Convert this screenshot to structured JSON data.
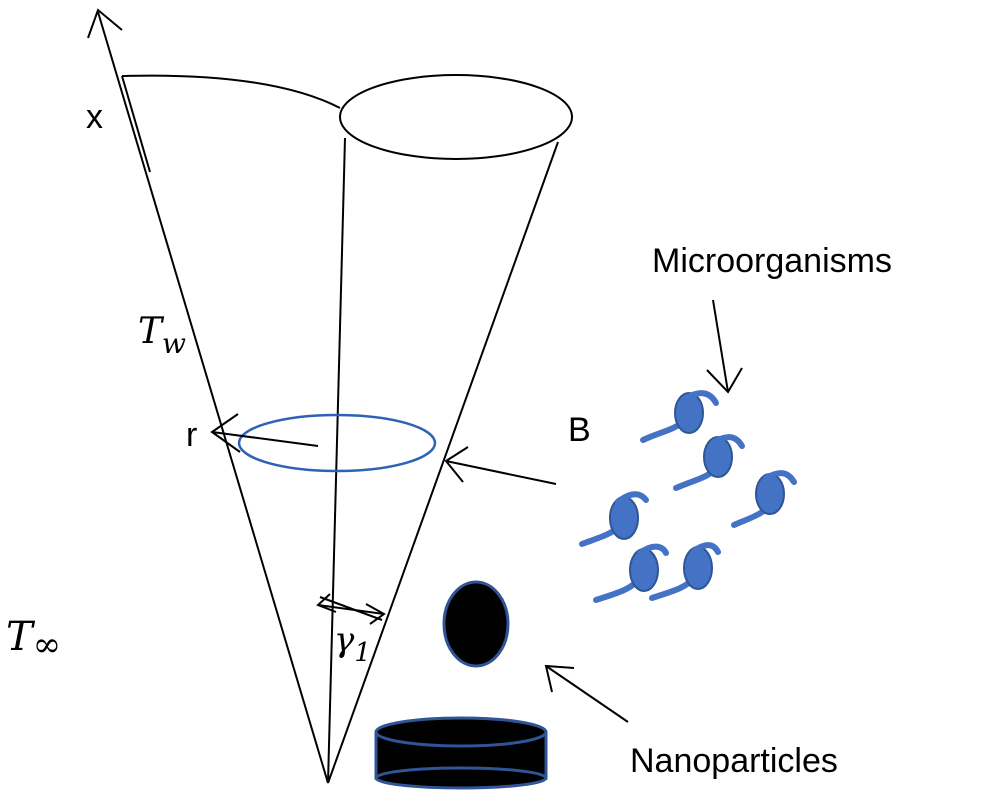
{
  "labels": {
    "x_axis": "x",
    "radius": "r",
    "wall_temp": "T",
    "wall_temp_sub": "w",
    "ambient_temp": "T",
    "ambient_temp_sub": "∞",
    "angle": "γ",
    "angle_sub": "1",
    "field": "B",
    "microorganisms": "Microorganisms",
    "nanoparticles": "Nanoparticles"
  },
  "colors": {
    "line": "#000000",
    "ring": "#2e62b5",
    "microbe_fill": "#4472c4",
    "microbe_stroke": "#2f5597",
    "particle_fill": "#000000",
    "particle_stroke": "#2f5597"
  }
}
